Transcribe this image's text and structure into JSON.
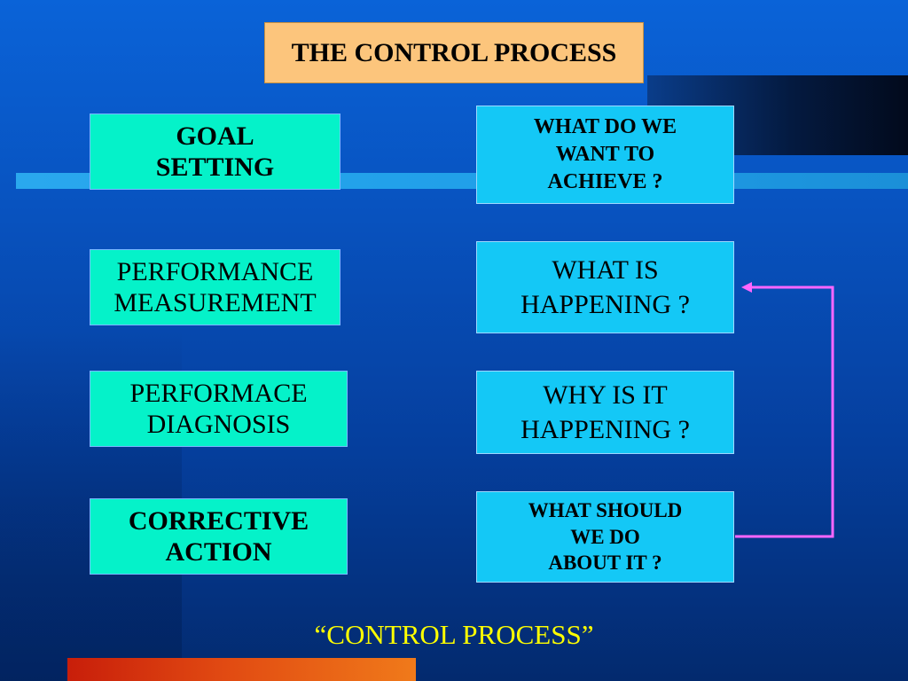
{
  "title": "THE CONTROL PROCESS",
  "stages": {
    "goal": "GOAL\nSETTING",
    "measurement": "PERFORMANCE\nMEASUREMENT",
    "diagnosis": "PERFORMACE\nDIAGNOSIS",
    "action": "CORRECTIVE\nACTION"
  },
  "questions": {
    "achieve": "WHAT DO WE\nWANT TO\nACHIEVE ?",
    "happening": "WHAT IS\nHAPPENING ?",
    "why": "WHY IS IT\nHAPPENING ?",
    "dowhat": "WHAT SHOULD\nWE DO\nABOUT IT ?"
  },
  "caption": "“CONTROL PROCESS”",
  "colors": {
    "background": "#0853c0",
    "title_box": "#fcc57c",
    "stage_box": "#05f2c9",
    "question_box": "#14c8f6",
    "caption_text": "#ffff00",
    "feedback_arrow": "#ff66ff"
  }
}
